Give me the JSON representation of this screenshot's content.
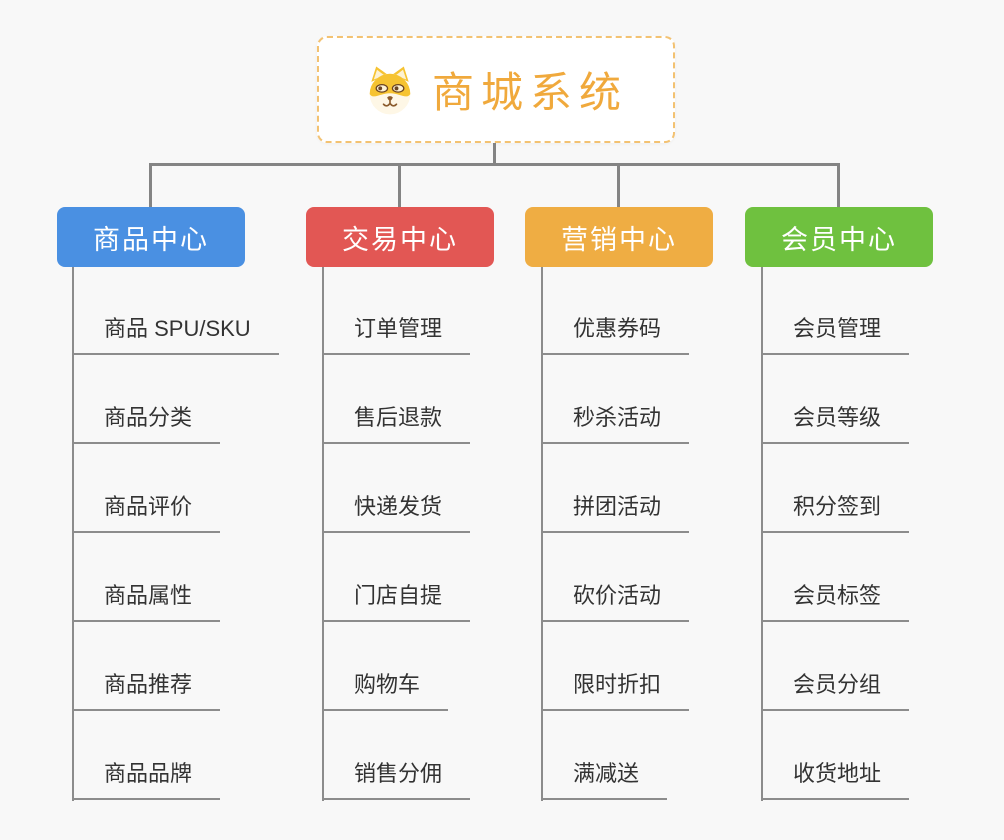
{
  "root": {
    "title": "商城系统",
    "icon": "shiba-dog-icon"
  },
  "branches": [
    {
      "label": "商品中心",
      "color": "#4A90E2",
      "items": [
        "商品 SPU/SKU",
        "商品分类",
        "商品评价",
        "商品属性",
        "商品推荐",
        "商品品牌"
      ]
    },
    {
      "label": "交易中心",
      "color": "#E25754",
      "items": [
        "订单管理",
        "售后退款",
        "快递发货",
        "门店自提",
        "购物车",
        "销售分佣"
      ]
    },
    {
      "label": "营销中心",
      "color": "#EFAD43",
      "items": [
        "优惠券码",
        "秒杀活动",
        "拼团活动",
        "砍价活动",
        "限时折扣",
        "满减送"
      ]
    },
    {
      "label": "会员中心",
      "color": "#6FC13F",
      "items": [
        "会员管理",
        "会员等级",
        "积分签到",
        "会员标签",
        "会员分组",
        "收货地址"
      ]
    }
  ],
  "colors": {
    "background": "#F8F8F8",
    "connector": "#848484",
    "leaf_line": "#8C8C8C",
    "leaf_text": "#333333",
    "root_title": "#F0A93C",
    "root_border": "#F3C272"
  }
}
